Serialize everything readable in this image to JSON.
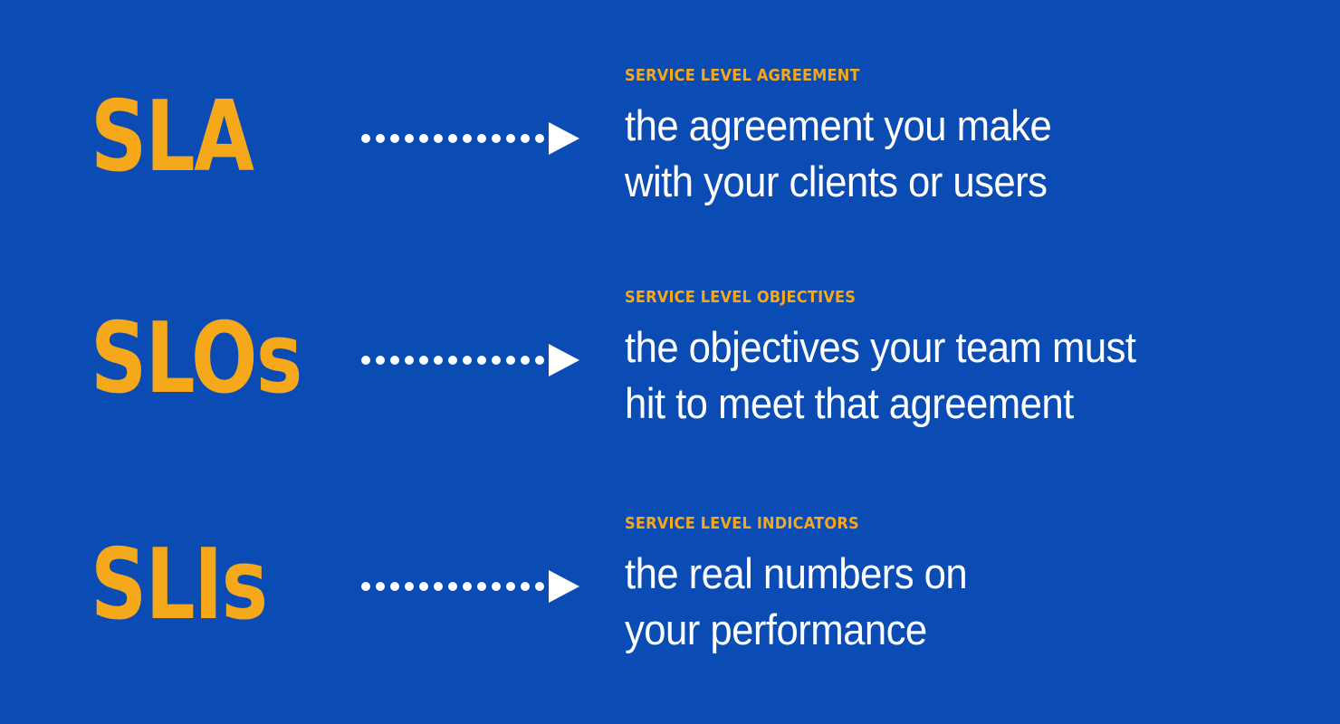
{
  "theme": {
    "background_color": "#0a4cb4",
    "accent_color": "#f6a81b",
    "text_color": "#ffffff"
  },
  "arrow": {
    "icon": "dotted-arrow-right-icon",
    "dot_count": 13,
    "color": "#ffffff"
  },
  "rows": [
    {
      "acronym": "SLA",
      "eyebrow": "SERVICE LEVEL AGREEMENT",
      "line1": "the agreement you make",
      "line2": "with your clients or users"
    },
    {
      "acronym": "SLOs",
      "eyebrow": "SERVICE LEVEL OBJECTIVES",
      "line1": "the objectives your team must",
      "line2": "hit to meet that agreement"
    },
    {
      "acronym": "SLIs",
      "eyebrow": "SERVICE LEVEL INDICATORS",
      "line1": "the real numbers on",
      "line2": "your performance"
    }
  ]
}
